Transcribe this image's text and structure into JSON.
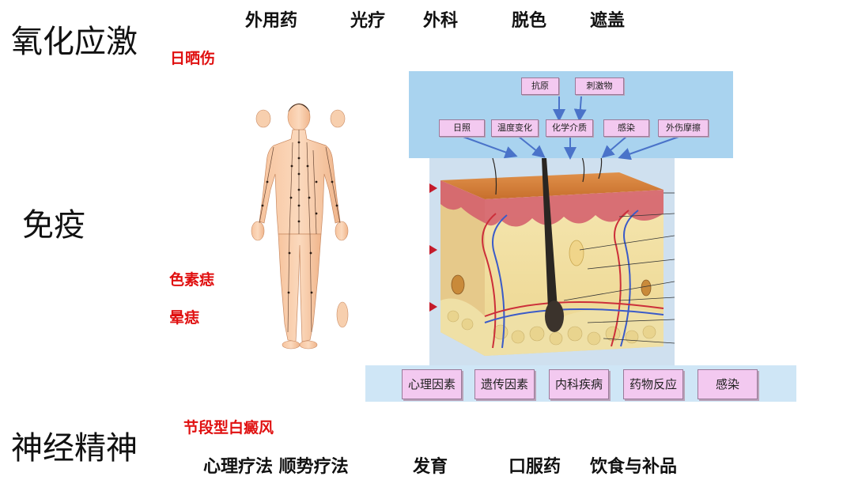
{
  "left_labels": {
    "oxidative_stress": "氧化应激",
    "immunity": "免疫",
    "neuro_psych": "神经精神"
  },
  "top_labels": [
    "外用药",
    "光疗",
    "外科",
    "脱色",
    "遮盖"
  ],
  "bottom_labels": [
    "心理疗法 顺势疗法",
    "发育",
    "口服药",
    "饮食与补品"
  ],
  "red_labels": {
    "sunburn": "日晒伤",
    "pigmented_nevus": "色素痣",
    "halo_nevus": "晕痣",
    "segmental_vitiligo": "节段型白癜风"
  },
  "top_boxes": [
    "抗原",
    "刺激物"
  ],
  "middle_boxes": [
    "日照",
    "温度变化",
    "化学介质",
    "感染",
    "外伤摩擦"
  ],
  "bottom_boxes": [
    "心理因素",
    "遗传因素",
    "内科疾病",
    "药物反应",
    "感染"
  ],
  "colors": {
    "red_text": "#e01010",
    "box_fill": "#f3c9f0",
    "top_panel": "#a9d3ef",
    "bottom_panel": "#cfe6f6",
    "arrow": "#4a73c9"
  }
}
